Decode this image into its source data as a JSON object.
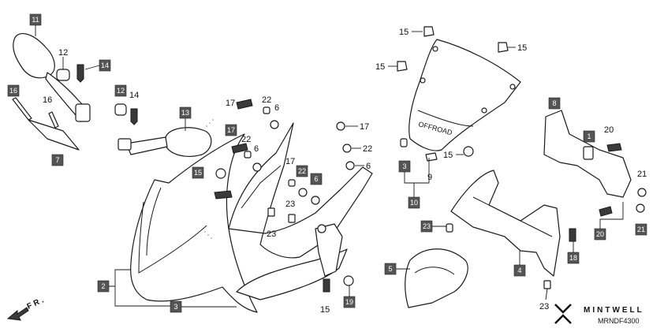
{
  "callouts": {
    "c11": "11",
    "c12a": "12",
    "c14a": "14",
    "c16a": "16",
    "c16b": "16",
    "c12b": "12",
    "c14b": "14",
    "c7": "7",
    "c13": "13",
    "c17a": "17",
    "c22a": "22",
    "c6a": "6",
    "c17b": "17",
    "c22b": "22",
    "c6b": "6",
    "c15a": "15",
    "c17c": "17",
    "c22c": "22",
    "c6c": "6",
    "c23a": "23",
    "c23b": "23",
    "c17d": "17",
    "c22d": "22",
    "c6d": "6",
    "c2": "2",
    "c3": "3",
    "c15b": "15",
    "c19": "19",
    "c15c": "15",
    "c15d": "15",
    "c15e": "15",
    "c15f": "15",
    "c3b": "3",
    "c9": "9",
    "c10": "10",
    "c8": "8",
    "c1": "1",
    "c20a": "20",
    "c21a": "21",
    "c20b": "20",
    "c21b": "21",
    "c23c": "23",
    "c5": "5",
    "c4": "4",
    "c18": "18",
    "c23d": "23"
  },
  "front_label": "FR.",
  "brand": "MINTWELL",
  "diagram_code": "MRNDF4300",
  "windscreen_text": "OFFROAD"
}
